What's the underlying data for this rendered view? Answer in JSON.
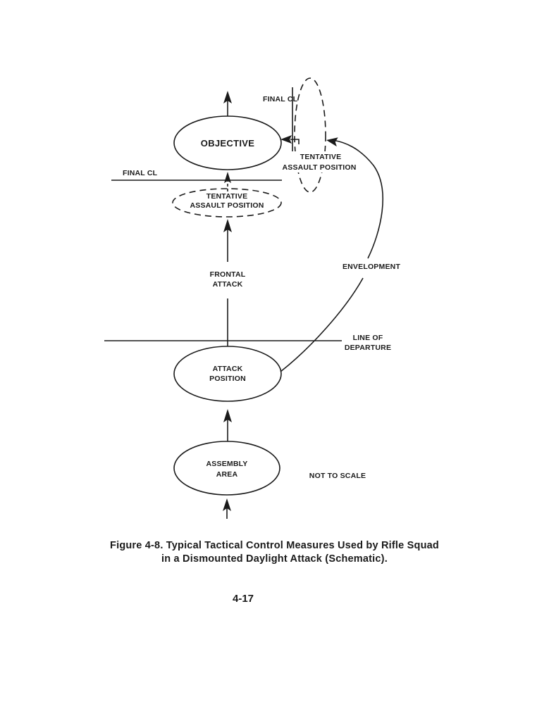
{
  "figure": {
    "nodes": {
      "objective": "OBJECTIVE",
      "tentative_assault_frontal_line1": "TENTATIVE",
      "tentative_assault_frontal_line2": "ASSAULT POSITION",
      "tentative_assault_flank_line1": "TENTATIVE",
      "tentative_assault_flank_line2": "ASSAULT POSITION",
      "attack_position_line1": "ATTACK",
      "attack_position_line2": "POSITION",
      "assembly_area_line1": "ASSEMBLY",
      "assembly_area_line2": "AREA"
    },
    "control_lines": {
      "final_cl_horizontal": "FINAL CL",
      "final_cl_vertical": "FINAL CL",
      "line_of_departure_line1": "LINE OF",
      "line_of_departure_line2": "DEPARTURE"
    },
    "routes": {
      "frontal_line1": "FRONTAL",
      "frontal_line2": "ATTACK",
      "envelopment": "ENVELOPMENT"
    },
    "note": "NOT TO SCALE"
  },
  "caption": {
    "line1": "Figure 4-8. Typical Tactical Control Measures Used by Rifle Squad",
    "line2": "in a Dismounted Daylight Attack (Schematic)."
  },
  "page_number": "4-17",
  "colors": {
    "ink": "#1a1a1a",
    "paper": "#ffffff"
  }
}
